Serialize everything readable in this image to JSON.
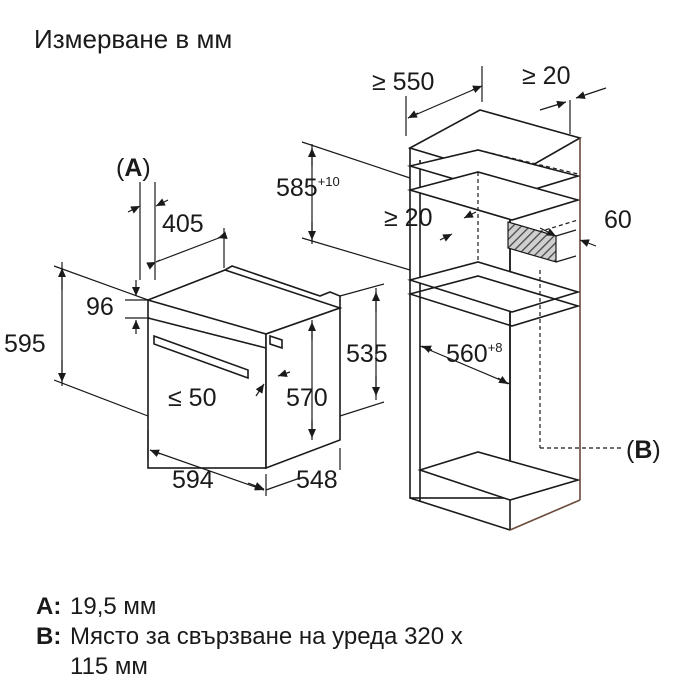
{
  "title": "Измерване в мм",
  "labels": {
    "A_top": "A",
    "d405": "405",
    "d96": "96",
    "d595": "595",
    "d594": "594",
    "d548": "548",
    "d535": "535",
    "d570": "570",
    "d50": "≤ 50",
    "d585": "585",
    "d585_sup": "+10",
    "d550": "≥ 550",
    "d20_top": "≥ 20",
    "d20_mid": "≥ 20",
    "d60": "60",
    "d560": "560",
    "d560_sup": "+8",
    "B_side": "B"
  },
  "legend": {
    "a_key": "A:",
    "a_text": "19,5 мм",
    "b_key": "B:",
    "b_text_line1": "Място за свързване на уреда 320 х",
    "b_text_line2": "115 мм"
  },
  "colors": {
    "line": "#1a1a1a",
    "cabinet_edge": "#6b4a3a",
    "hatch": "#555555"
  }
}
